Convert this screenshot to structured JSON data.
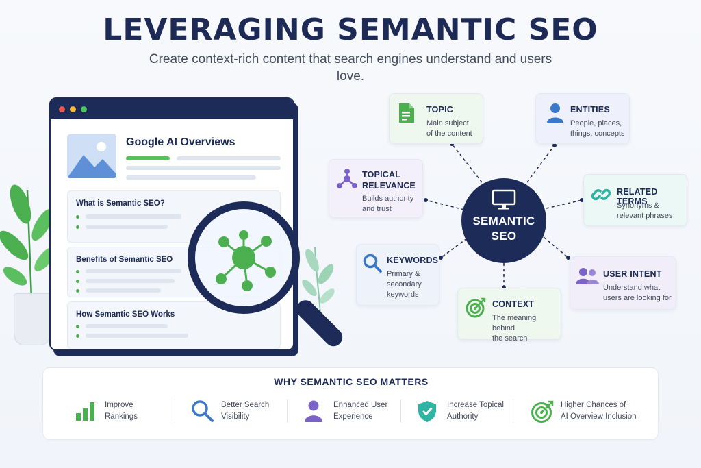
{
  "header": {
    "title": "LEVERAGING SEMANTIC SEO",
    "subtitle": "Create context-rich content that search engines understand and users love."
  },
  "browser": {
    "title": "Google AI Overviews",
    "sections": [
      {
        "title": "What is Semantic SEO?"
      },
      {
        "title": "Benefits of Semantic SEO"
      },
      {
        "title": "How Semantic SEO Works"
      }
    ]
  },
  "hub": {
    "line1": "SEMANTIC",
    "line2": "SEO"
  },
  "concepts": {
    "topic": {
      "title": "TOPIC",
      "desc1": "Main subject",
      "desc2": "of the content",
      "icon": "document-icon"
    },
    "entities": {
      "title": "ENTITIES",
      "desc1": "People, places,",
      "desc2": "things, concepts",
      "icon": "person-icon"
    },
    "topical_relevance": {
      "title1": "TOPICAL",
      "title2": "RELEVANCE",
      "desc1": "Builds authority",
      "desc2": "and trust",
      "icon": "network-icon"
    },
    "related_terms": {
      "title": "RELATED TERMS",
      "desc1": "Synonyms &",
      "desc2": "relevant phrases",
      "icon": "link-icon"
    },
    "keywords": {
      "title": "KEYWORDS",
      "desc1": "Primary &",
      "desc2": "secondary",
      "desc3": "keywords",
      "icon": "search-icon"
    },
    "user_intent": {
      "title": "USER INTENT",
      "desc1": "Understand what",
      "desc2": "users are looking for",
      "icon": "users-icon"
    },
    "context": {
      "title": "CONTEXT",
      "desc1": "The meaning behind",
      "desc2": "the search",
      "icon": "target-icon"
    }
  },
  "why": {
    "title": "WHY SEMANTIC SEO MATTERS",
    "items": [
      {
        "line1": "Improve",
        "line2": "Rankings",
        "icon": "bar-chart-icon"
      },
      {
        "line1": "Better Search",
        "line2": "Visibility",
        "icon": "search-icon"
      },
      {
        "line1": "Enhanced User",
        "line2": "Experience",
        "icon": "person-icon"
      },
      {
        "line1": "Increase Topical",
        "line2": "Authority",
        "icon": "shield-check-icon"
      },
      {
        "line1": "Higher Chances of",
        "line2": "AI Overview Inclusion",
        "icon": "target-icon"
      }
    ]
  },
  "colors": {
    "navy": "#1d2b58",
    "green": "#4cb050",
    "blue": "#3a78c9",
    "purple": "#7a62c7",
    "teal": "#2fb3a3"
  }
}
